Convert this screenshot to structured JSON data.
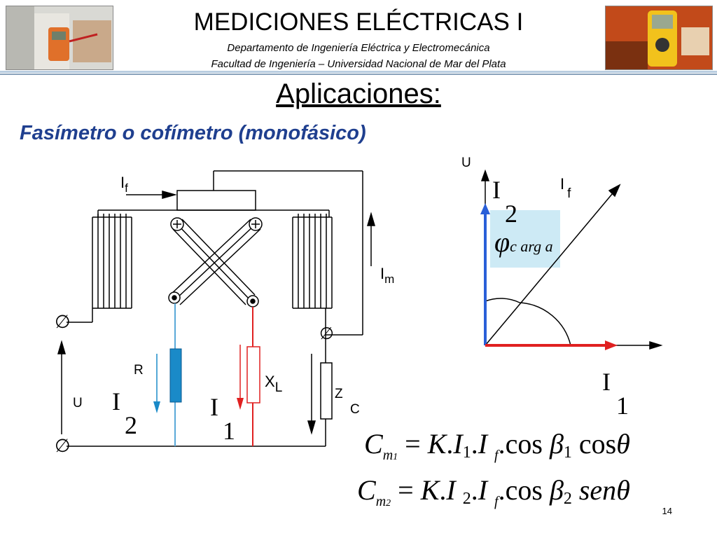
{
  "header": {
    "title": "MEDICIONES ELÉCTRICAS I",
    "department": "Departamento de Ingeniería Eléctrica y Electromecánica",
    "faculty": "Facultad de Ingeniería – Universidad Nacional de Mar del Plata"
  },
  "section_title": "Aplicaciones:",
  "subtitle": "Fasímetro o cofímetro (monofásico)",
  "circuit": {
    "if_label": "I",
    "if_sub": "f",
    "im_label": "I",
    "im_sub": "m",
    "u_label": "U",
    "r_label": "R",
    "xl_label": "X",
    "xl_sub": "L",
    "zc_label": "Z",
    "zc_sub": "C",
    "i2_label": "I",
    "i2_sub": "2",
    "i1_label": "I",
    "i1_sub": "1",
    "terminal_symbol": "∅"
  },
  "phasor": {
    "u_label": "U",
    "if_label": "I",
    "if_sub": "f",
    "i2_label": "I",
    "i2_sub": "2",
    "phi_label": "φ",
    "phi_sub": "c arg a",
    "i1_label": "I",
    "i1_sub": "1",
    "colors": {
      "i2": "#2a5fd8",
      "i1": "#e02020",
      "highlight": "#cdeaf5"
    }
  },
  "formulas": {
    "f1": {
      "lhs": "C",
      "lhs_sub": "m",
      "lhs_subsub": "1",
      "eq": " = ",
      "k": "K",
      "dot1": ".",
      "i": "I",
      "i_sub": "1",
      "dot2": ".",
      "i2": "I",
      "i2_sub": "f",
      "dot3": ".",
      "cos1": "cos",
      "beta": "β",
      "beta_sub": "1",
      "cos2": "cos",
      "theta": "θ"
    },
    "f2": {
      "lhs": "C",
      "lhs_sub": "m",
      "lhs_subsub": "2",
      "eq": " = ",
      "k": "K",
      "dot1": ".",
      "i": "I",
      "i_sub": "2",
      "dot2": ".",
      "i2": "I",
      "i2_sub": "f",
      "dot3": ".",
      "cos1": "cos",
      "beta": "β",
      "beta_sub": "2",
      "sen": "sen",
      "theta": "θ"
    }
  },
  "page_number": "14"
}
